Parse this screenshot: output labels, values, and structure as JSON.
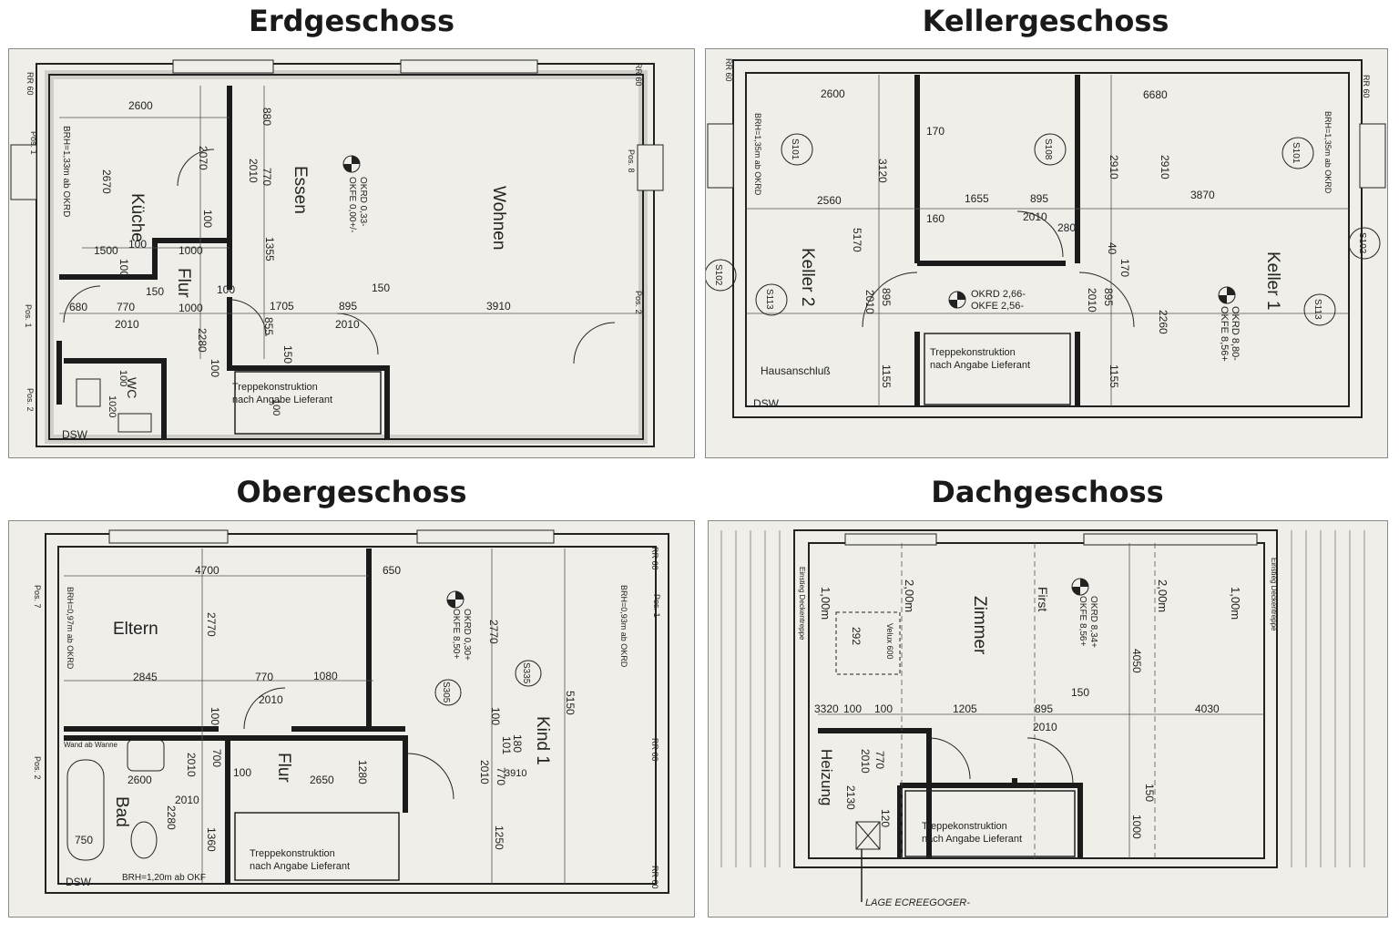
{
  "plans": {
    "erdgeschoss": {
      "title": "Erdgeschoss",
      "rooms": {
        "kueche": "Küche",
        "essen": "Essen",
        "wohnen": "Wohnen",
        "flur": "Flur",
        "wc": "WC"
      },
      "labels": {
        "rr1": "RR 60",
        "rr2": "RR 60",
        "pos1": "Pos. 1",
        "pos1b": "Pos. 1",
        "pos2": "Pos. 2",
        "pos2b": "Pos. 2",
        "pos8": "Pos. 8",
        "brh": "BRH=1,33m ab OKRD",
        "okrd": "OKRD 0,33-",
        "okfe": "OKFE 0,00+/-",
        "dsw": "DSW",
        "treppe1": "Treppekonstruktion",
        "treppe2": "nach Angabe Lieferant"
      },
      "dims": [
        "2600",
        "880",
        "770",
        "2010",
        "2670",
        "2070",
        "100",
        "1500",
        "100",
        "1000",
        "1355",
        "100",
        "680",
        "770",
        "150",
        "1000",
        "100",
        "1705",
        "895",
        "150",
        "3910",
        "2010",
        "2010",
        "855",
        "150",
        "2280",
        "100",
        "1020",
        "100",
        "100"
      ]
    },
    "kellergeschoss": {
      "title": "Kellergeschoss",
      "rooms": {
        "keller2": "Keller 2",
        "keller1": "Keller 1"
      },
      "labels": {
        "rr1": "RR 60",
        "rr2": "RR 60",
        "brh1": "BRH=1,35m ab OKRD",
        "brh2": "BRH=1,35m ab OKRD",
        "s101a": "S101",
        "s101b": "S101",
        "s108": "S108",
        "s102a": "S102",
        "s102b": "S102",
        "s113a": "S113",
        "s113b": "S113",
        "okrd": "OKRD 2,66-",
        "okfe": "OKFE 2,56-",
        "okrd2": "OKRD 8,80-",
        "okfe2": "OKFE 8,56+",
        "hausanschluss": "Hausanschluß",
        "dsw": "DSW",
        "treppe1": "Treppekonstruktion",
        "treppe2": "nach Angabe Lieferant"
      },
      "dims": [
        "2600",
        "6680",
        "170",
        "3120",
        "2910",
        "2910",
        "2560",
        "1655",
        "895",
        "3870",
        "160",
        "2010",
        "280",
        "5170",
        "40",
        "170",
        "895",
        "895",
        "2010",
        "2010",
        "2260",
        "1155",
        "1155"
      ]
    },
    "obergeschoss": {
      "title": "Obergeschoss",
      "rooms": {
        "eltern": "Eltern",
        "kind": "Kind 1",
        "flur": "Flur",
        "bad": "Bad"
      },
      "labels": {
        "rr1": "RR 60",
        "rr2": "RR 60",
        "rr3": "RR 60",
        "pos7": "Pos. 7",
        "pos1": "Pos. 1",
        "pos2": "Pos. 2",
        "brh1": "BRH=0,97m ab OKRD",
        "brh2": "BRH=0,93m ab OKRD",
        "okrd": "OKRD 0,30+",
        "okfe": "OKFE 8,50+",
        "s305": "S305",
        "s335": "S335",
        "dsw": "DSW",
        "bad_note": "Wand ab Wanne",
        "brh3": "BRH=1,20m ab OKF",
        "treppe1": "Treppekonstruktion",
        "treppe2": "nach Angabe Lieferant"
      },
      "dims": [
        "4700",
        "650",
        "2770",
        "2770",
        "2845",
        "770",
        "1080",
        "5150",
        "2010",
        "100",
        "100",
        "180",
        "101",
        "3910",
        "2600",
        "2010",
        "700",
        "100",
        "2650",
        "1280",
        "2010",
        "770",
        "2010",
        "2280",
        "1360",
        "1250",
        "750"
      ]
    },
    "dachgeschoss": {
      "title": "Dachgeschoss",
      "rooms": {
        "zimmer": "Zimmer",
        "heizung": "Heizung"
      },
      "labels": {
        "first": "First",
        "okrd": "OKRD 8,34+",
        "okfe": "OKFE 8,56+",
        "h1": "1,00m",
        "h2": "2,00m",
        "h3": "2,00m",
        "h4": "1,00m",
        "note1": "Einstieg Deckentreppe",
        "note2": "Einstieg Deckentreppe",
        "velux": "Velux 600",
        "lage": "LAGE ECREEGOGER-",
        "treppe1": "Treppekonstruktion",
        "treppe2": "nach Angabe Lieferant"
      },
      "dims": [
        "3320",
        "100",
        "100",
        "1205",
        "895",
        "150",
        "4030",
        "4050",
        "2010",
        "2010",
        "770",
        "2130",
        "120",
        "150",
        "1000",
        "292"
      ]
    }
  }
}
